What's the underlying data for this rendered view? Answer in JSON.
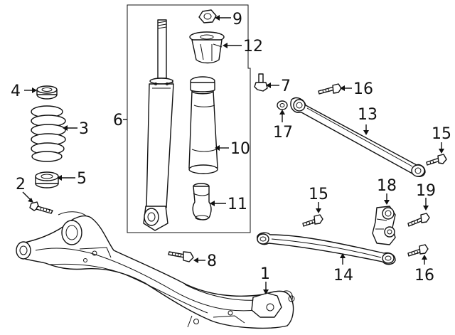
{
  "diagram": {
    "labels": {
      "n1": "1",
      "n2": "2",
      "n3": "3",
      "n4": "4",
      "n5": "5",
      "n6": "6",
      "n7": "7",
      "n8": "8",
      "n9": "9",
      "n10": "10",
      "n11": "11",
      "n12": "12",
      "n13": "13",
      "n14": "14",
      "n15a": "15",
      "n15b": "15",
      "n16a": "16",
      "n16b": "16",
      "n17": "17",
      "n18": "18",
      "n19": "19"
    }
  }
}
